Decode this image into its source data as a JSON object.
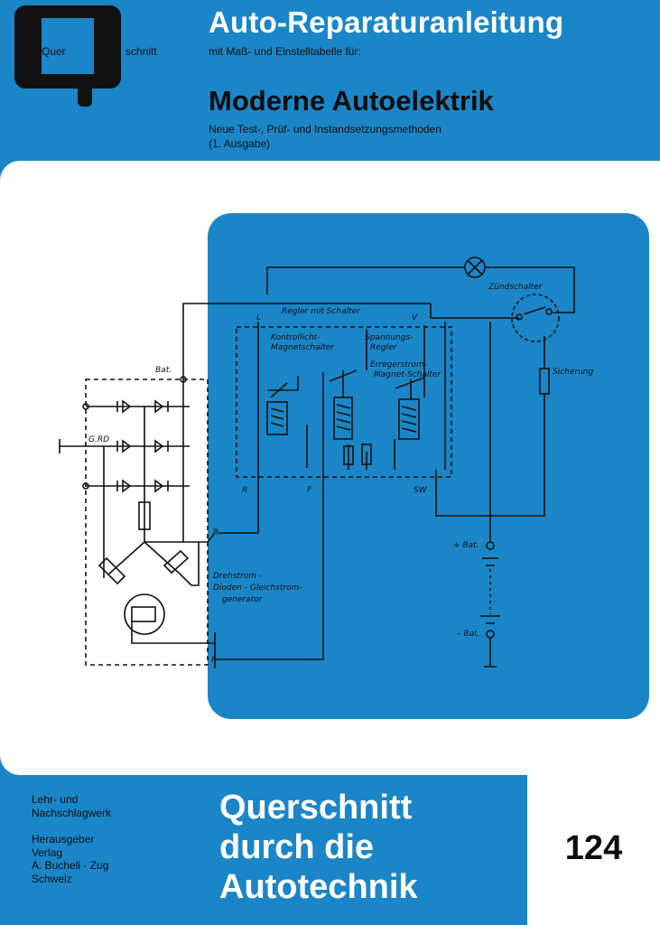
{
  "logo": {
    "left_text": "Quer",
    "right_text": "schnitt"
  },
  "header": {
    "title": "Auto-Reparaturanleitung",
    "subtitle": "mit Maß- und Einstelltabelle für:",
    "main_title": "Moderne Autoelektrik",
    "description_line1": "Neue Test-, Prüf- und Instandsetzungsmethoden",
    "description_line2": "(1. Ausgabe)"
  },
  "diagram": {
    "labels": {
      "zuendschalter": "Zündschalter",
      "regler": "Regler mit Schalter",
      "kontrolllicht": "Kontrollicht-",
      "magnetschalter": "Magnetschalter",
      "spannungs": "Spannungs-",
      "regler2": "Regler",
      "erreger": "Erregerstrom-",
      "magnet_schalter": "Magnet-Schalter",
      "sicherung": "Sicherung",
      "batt": "Bat.",
      "gr": "G.RD",
      "l": "L",
      "v": "V",
      "r1": "R",
      "f1": "F",
      "sw": "SW",
      "r2": "R",
      "f2": "F",
      "plus_batt": "+ Bat.",
      "minus_batt": "– Bat.",
      "gen1": "Drehstrom -",
      "gen2": "Dioden - Gleichstrom-",
      "gen3": "generator"
    }
  },
  "footer": {
    "lehr_line1": "Lehr- und",
    "lehr_line2": "Nachschlagwerk",
    "pub_line1": "Herausgeber",
    "pub_line2": "Verlag",
    "pub_line3": "A. Bucheli · Zug",
    "pub_line4": "Schweiz",
    "big_line1": "Querschnitt",
    "big_line2": "durch die",
    "big_line3": "Autotechnik",
    "number": "124"
  },
  "colors": {
    "background_blue": "#1a86c8",
    "panel_white": "#ffffff",
    "ink": "#111111"
  }
}
